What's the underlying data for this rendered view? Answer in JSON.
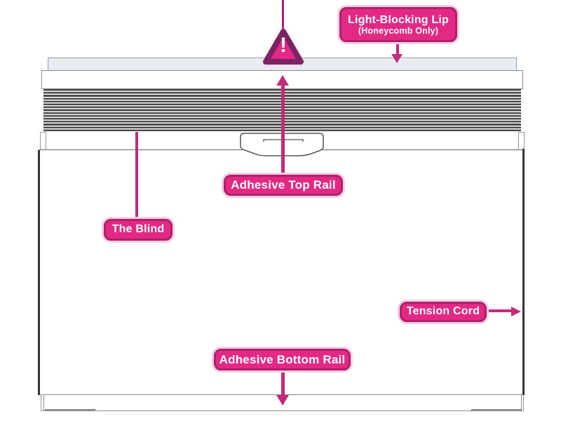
{
  "labels": {
    "light_blocking_lip": {
      "title": "Light-Blocking Lip",
      "subtitle": "(Honeycomb Only)"
    },
    "adhesive_top_rail": {
      "title": "Adhesive Top Rail"
    },
    "the_blind": {
      "title": "The Blind"
    },
    "tension_cord": {
      "title": "Tension Cord"
    },
    "adhesive_bottom_rail": {
      "title": "Adhesive Bottom Rail"
    }
  },
  "icons": {
    "warning": {
      "glyph": "!"
    }
  },
  "colors": {
    "label_fill": "#E32984",
    "label_border": "#AC2168",
    "label_glow": "#F6CFE7",
    "pointer": "#C22B78",
    "cord": "#A8246C",
    "triangle_fill": "#E32984",
    "triangle_border": "#7C2463",
    "line_gray": "#666666",
    "edge_dark": "#333333",
    "lip_fill": "#EAECF3",
    "pleat_dark": "#4B4B4B"
  }
}
